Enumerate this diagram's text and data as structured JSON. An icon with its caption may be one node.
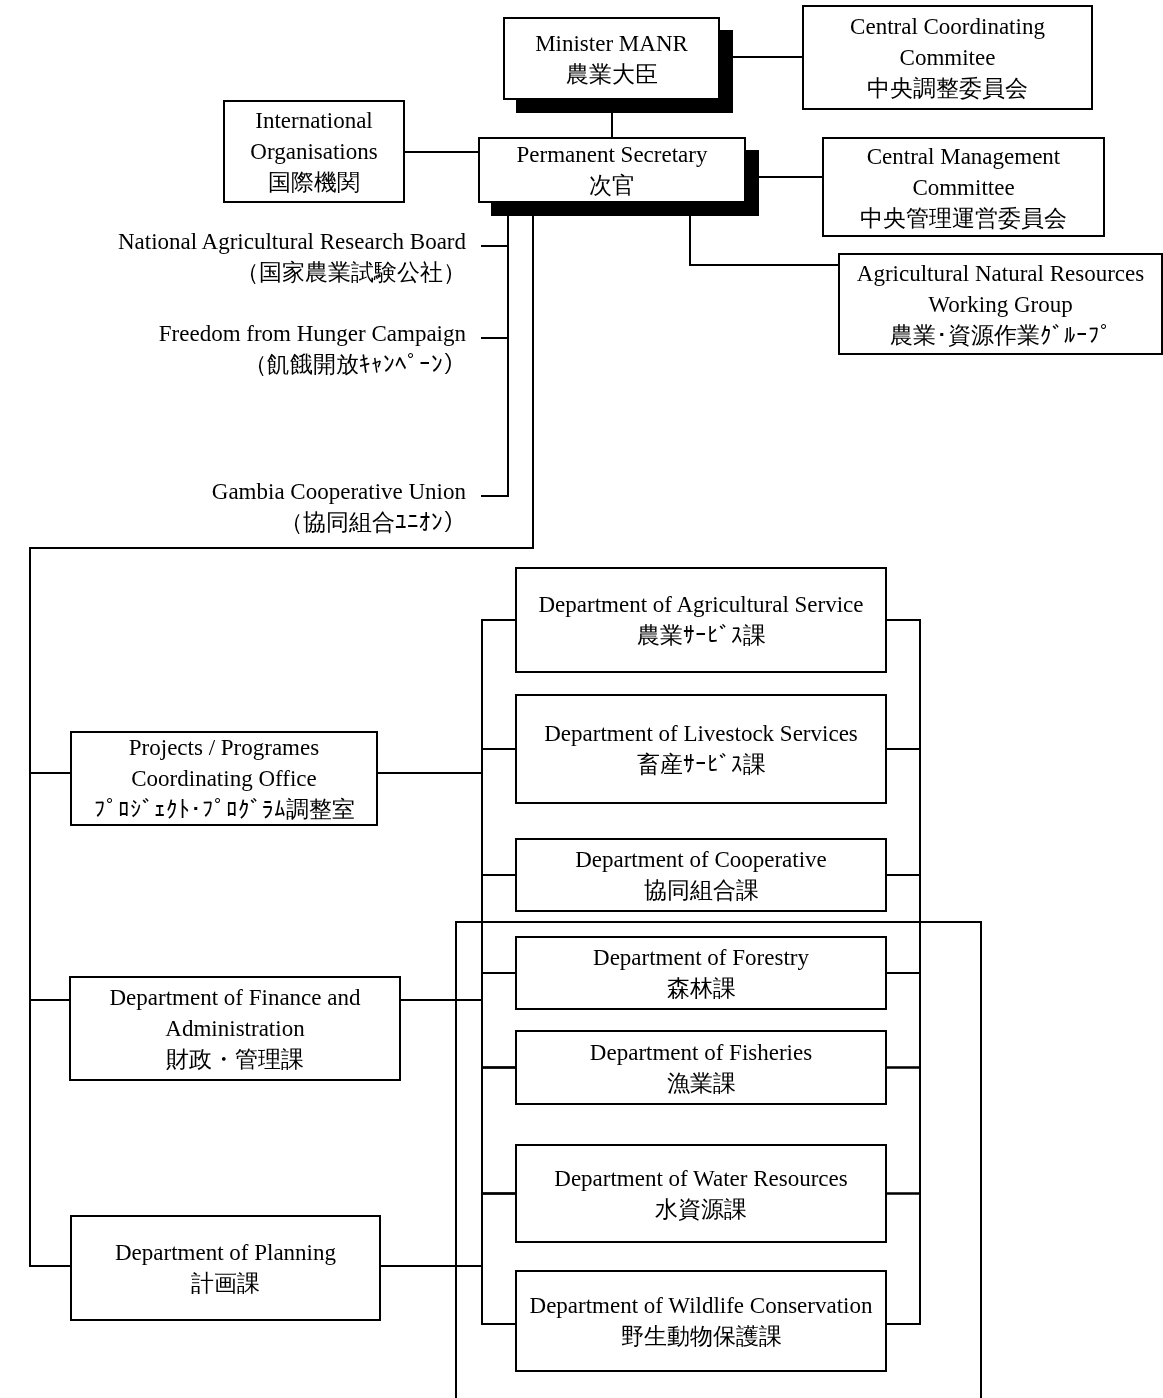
{
  "diagram": {
    "nodes": [
      {
        "text": [
          "Minister MANR",
          "農業大臣"
        ]
      },
      {
        "text": [
          "Central Coordinating Commitee",
          "中央調整委員会"
        ]
      },
      {
        "text": [
          "International Organisations",
          "国際機関"
        ]
      },
      {
        "text": [
          "Permanent Secretary",
          "次官"
        ]
      },
      {
        "text": [
          "Central Management Committee",
          "中央管理運営委員会"
        ]
      },
      {
        "text": [
          "Agricultural Natural Resources Working Group",
          "農業･資源作業ｸﾞﾙｰﾌﾟ"
        ]
      },
      {
        "text": [
          "National Agricultural Research Board",
          "（国家農業試験公社）"
        ]
      },
      {
        "text": [
          "Freedom from Hunger Campaign",
          "（飢餓開放ｷｬﾝﾍﾟｰﾝ）"
        ]
      },
      {
        "text": [
          "Gambia Cooperative Union",
          "（協同組合ﾕﾆｵﾝ）"
        ]
      },
      {
        "text": [
          "Projects / Programes Coordinating Office",
          "ﾌﾟﾛｼﾞｪｸﾄ･ﾌﾟﾛｸﾞﾗﾑ調整室"
        ]
      },
      {
        "text": [
          "Department of Agricultural Service",
          "農業ｻｰﾋﾞｽ課"
        ]
      },
      {
        "text": [
          "Department of Livestock Services",
          "畜産ｻｰﾋﾞｽ課"
        ]
      },
      {
        "text": [
          "Department of Cooperative",
          "協同組合課"
        ]
      },
      {
        "text": [
          "Department of Finance and Administration",
          "財政・管理課"
        ]
      },
      {
        "text": [
          "Department of Forestry",
          "森林課"
        ]
      },
      {
        "text": [
          "Department of Fisheries",
          "漁業課"
        ]
      },
      {
        "text": [
          "Department of Water Resources",
          "水資源課"
        ]
      },
      {
        "text": [
          "Department of Planning",
          "計画課"
        ]
      },
      {
        "text": [
          "Department of Wildlife Conservation",
          "野生動物保護課"
        ]
      }
    ],
    "edges": [
      {
        "from": 0,
        "to": 1,
        "arrow": "none"
      },
      {
        "from": 0,
        "to": 3,
        "arrow": "none"
      },
      {
        "from": 2,
        "to": 3,
        "arrow": "none"
      },
      {
        "from": 3,
        "to": 4,
        "arrow": "none"
      },
      {
        "from": 3,
        "to": 5,
        "arrow": "none"
      },
      {
        "from": 3,
        "to": 6,
        "arrow": "none"
      },
      {
        "from": 3,
        "to": 7,
        "arrow": "none"
      },
      {
        "from": 3,
        "to": 8,
        "arrow": "none"
      },
      {
        "from": 3,
        "to": 9,
        "arrow": "none"
      },
      {
        "from": 3,
        "to": 13,
        "arrow": "none"
      },
      {
        "from": 3,
        "to": 17,
        "arrow": "none"
      },
      {
        "from": 9,
        "to": 10,
        "arrow": "none"
      },
      {
        "from": 9,
        "to": 11,
        "arrow": "none"
      },
      {
        "from": 9,
        "to": 12,
        "arrow": "none"
      },
      {
        "from": 9,
        "to": 14,
        "arrow": "none"
      },
      {
        "from": 9,
        "to": 15,
        "arrow": "none"
      },
      {
        "from": 9,
        "to": 16,
        "arrow": "none"
      },
      {
        "from": 9,
        "to": 18,
        "arrow": "none"
      },
      {
        "from": 13,
        "to": 10,
        "arrow": "none"
      },
      {
        "from": 13,
        "to": 11,
        "arrow": "none"
      },
      {
        "from": 13,
        "to": 12,
        "arrow": "none"
      },
      {
        "from": 13,
        "to": 14,
        "arrow": "none"
      },
      {
        "from": 13,
        "to": 15,
        "arrow": "none"
      },
      {
        "from": 13,
        "to": 16,
        "arrow": "none"
      },
      {
        "from": 13,
        "to": 18,
        "arrow": "none"
      },
      {
        "from": 17,
        "to": 10,
        "arrow": "none"
      },
      {
        "from": 17,
        "to": 11,
        "arrow": "none"
      },
      {
        "from": 17,
        "to": 12,
        "arrow": "none"
      },
      {
        "from": 17,
        "to": 14,
        "arrow": "none"
      },
      {
        "from": 17,
        "to": 15,
        "arrow": "none"
      },
      {
        "from": 17,
        "to": 16,
        "arrow": "none"
      },
      {
        "from": 17,
        "to": 18,
        "arrow": "none"
      },
      {
        "from": 10,
        "to": 11,
        "arrow": "none"
      },
      {
        "from": 11,
        "to": 12,
        "arrow": "none"
      },
      {
        "from": 12,
        "to": 14,
        "arrow": "none"
      },
      {
        "from": 14,
        "to": 15,
        "arrow": "none"
      },
      {
        "from": 15,
        "to": 16,
        "arrow": "none"
      },
      {
        "from": 16,
        "to": 18,
        "arrow": "none"
      }
    ]
  }
}
